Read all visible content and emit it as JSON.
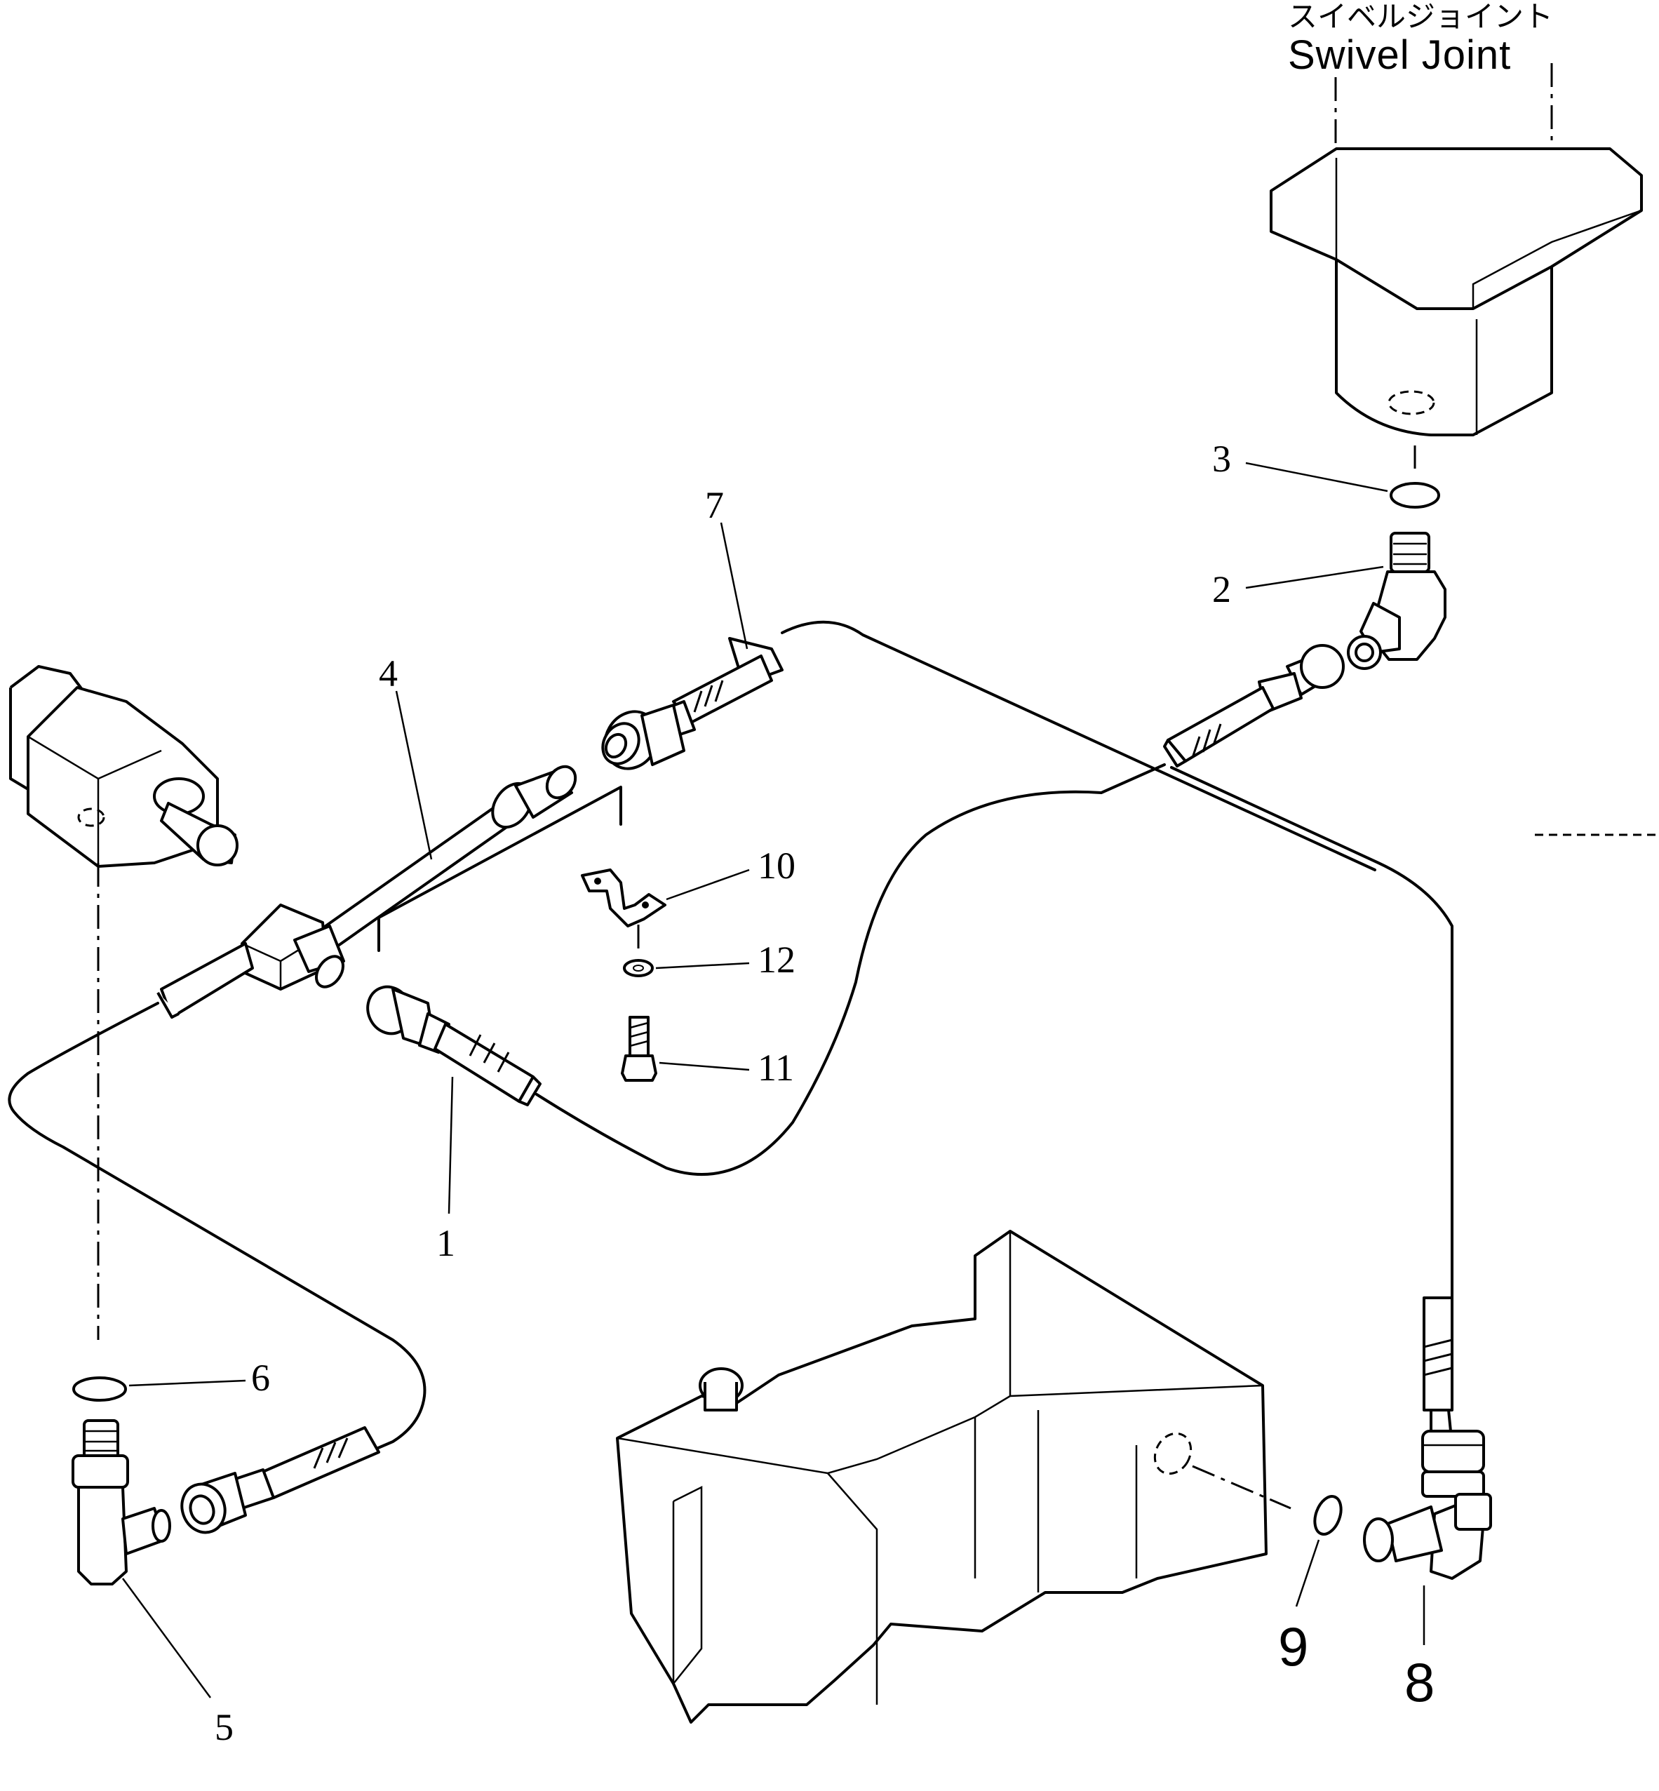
{
  "title": {
    "japanese": "スイベルジョイント",
    "english": "Swivel Joint"
  },
  "callouts": [
    {
      "id": "c1",
      "text": "1"
    },
    {
      "id": "c2",
      "text": "2"
    },
    {
      "id": "c3",
      "text": "3"
    },
    {
      "id": "c4",
      "text": "4"
    },
    {
      "id": "c5",
      "text": "5"
    },
    {
      "id": "c6",
      "text": "6"
    },
    {
      "id": "c7",
      "text": "7"
    },
    {
      "id": "c8",
      "text": "8"
    },
    {
      "id": "c9",
      "text": "9"
    },
    {
      "id": "c10",
      "text": "10"
    },
    {
      "id": "c11",
      "text": "11"
    },
    {
      "id": "c12",
      "text": "12"
    }
  ]
}
